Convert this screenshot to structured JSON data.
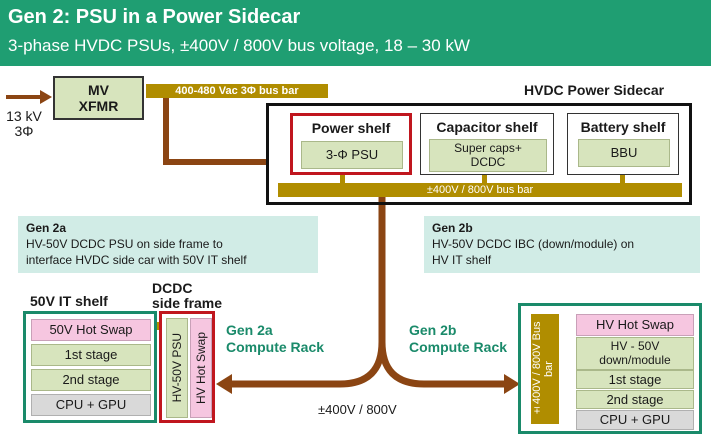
{
  "header": {
    "title": "Gen 2: PSU in a Power Sidecar",
    "subtitle": "3-phase HVDC PSUs, ±400V / 800V  bus voltage, 18 – 30 kW"
  },
  "input": {
    "voltage": "13 kV",
    "phase": "3Φ"
  },
  "transformer": {
    "line1": "MV",
    "line2": "XFMR"
  },
  "ac_bus": "400-480 Vac 3Φ bus bar",
  "sidecar": {
    "title": "HVDC Power Sidecar",
    "power_shelf": {
      "title": "Power shelf",
      "item": "3-Φ PSU"
    },
    "capacitor_shelf": {
      "title": "Capacitor shelf",
      "item_line1": "Super caps+",
      "item_line2": "DCDC"
    },
    "battery_shelf": {
      "title": "Battery shelf",
      "item": "BBU"
    },
    "bus_bar": "±400V / 800V bus bar"
  },
  "gen2a_note": {
    "title": "Gen 2a",
    "line1": "HV-50V DCDC PSU on side frame to",
    "line2": "interface HVDC side car with 50V IT shelf"
  },
  "gen2b_note": {
    "title": "Gen 2b",
    "line1": "HV-50V DCDC IBC (down/module)  on",
    "line2": "HV IT shelf"
  },
  "it_shelf_50v": {
    "title": "50V IT shelf",
    "items": [
      "50V Hot Swap",
      "1st stage",
      "2nd stage",
      "CPU + GPU"
    ]
  },
  "dcdc_side_frame": {
    "title_line1": "DCDC",
    "title_line2": "side frame",
    "psu": "HV-50V PSU",
    "hot_swap": "HV  Hot Swap"
  },
  "gen2a_rack": {
    "line1": "Gen 2a",
    "line2": "Compute Rack"
  },
  "gen2b_rack": {
    "line1": "Gen 2b",
    "line2": "Compute Rack"
  },
  "hv_bus": "±400V / 800V",
  "hv_rack": {
    "bus_bar": "±400V / 800V Bus bar",
    "items": [
      "HV Hot Swap",
      "HV - 50V down/module",
      "1st stage",
      "2nd stage",
      "CPU + GPU"
    ]
  }
}
